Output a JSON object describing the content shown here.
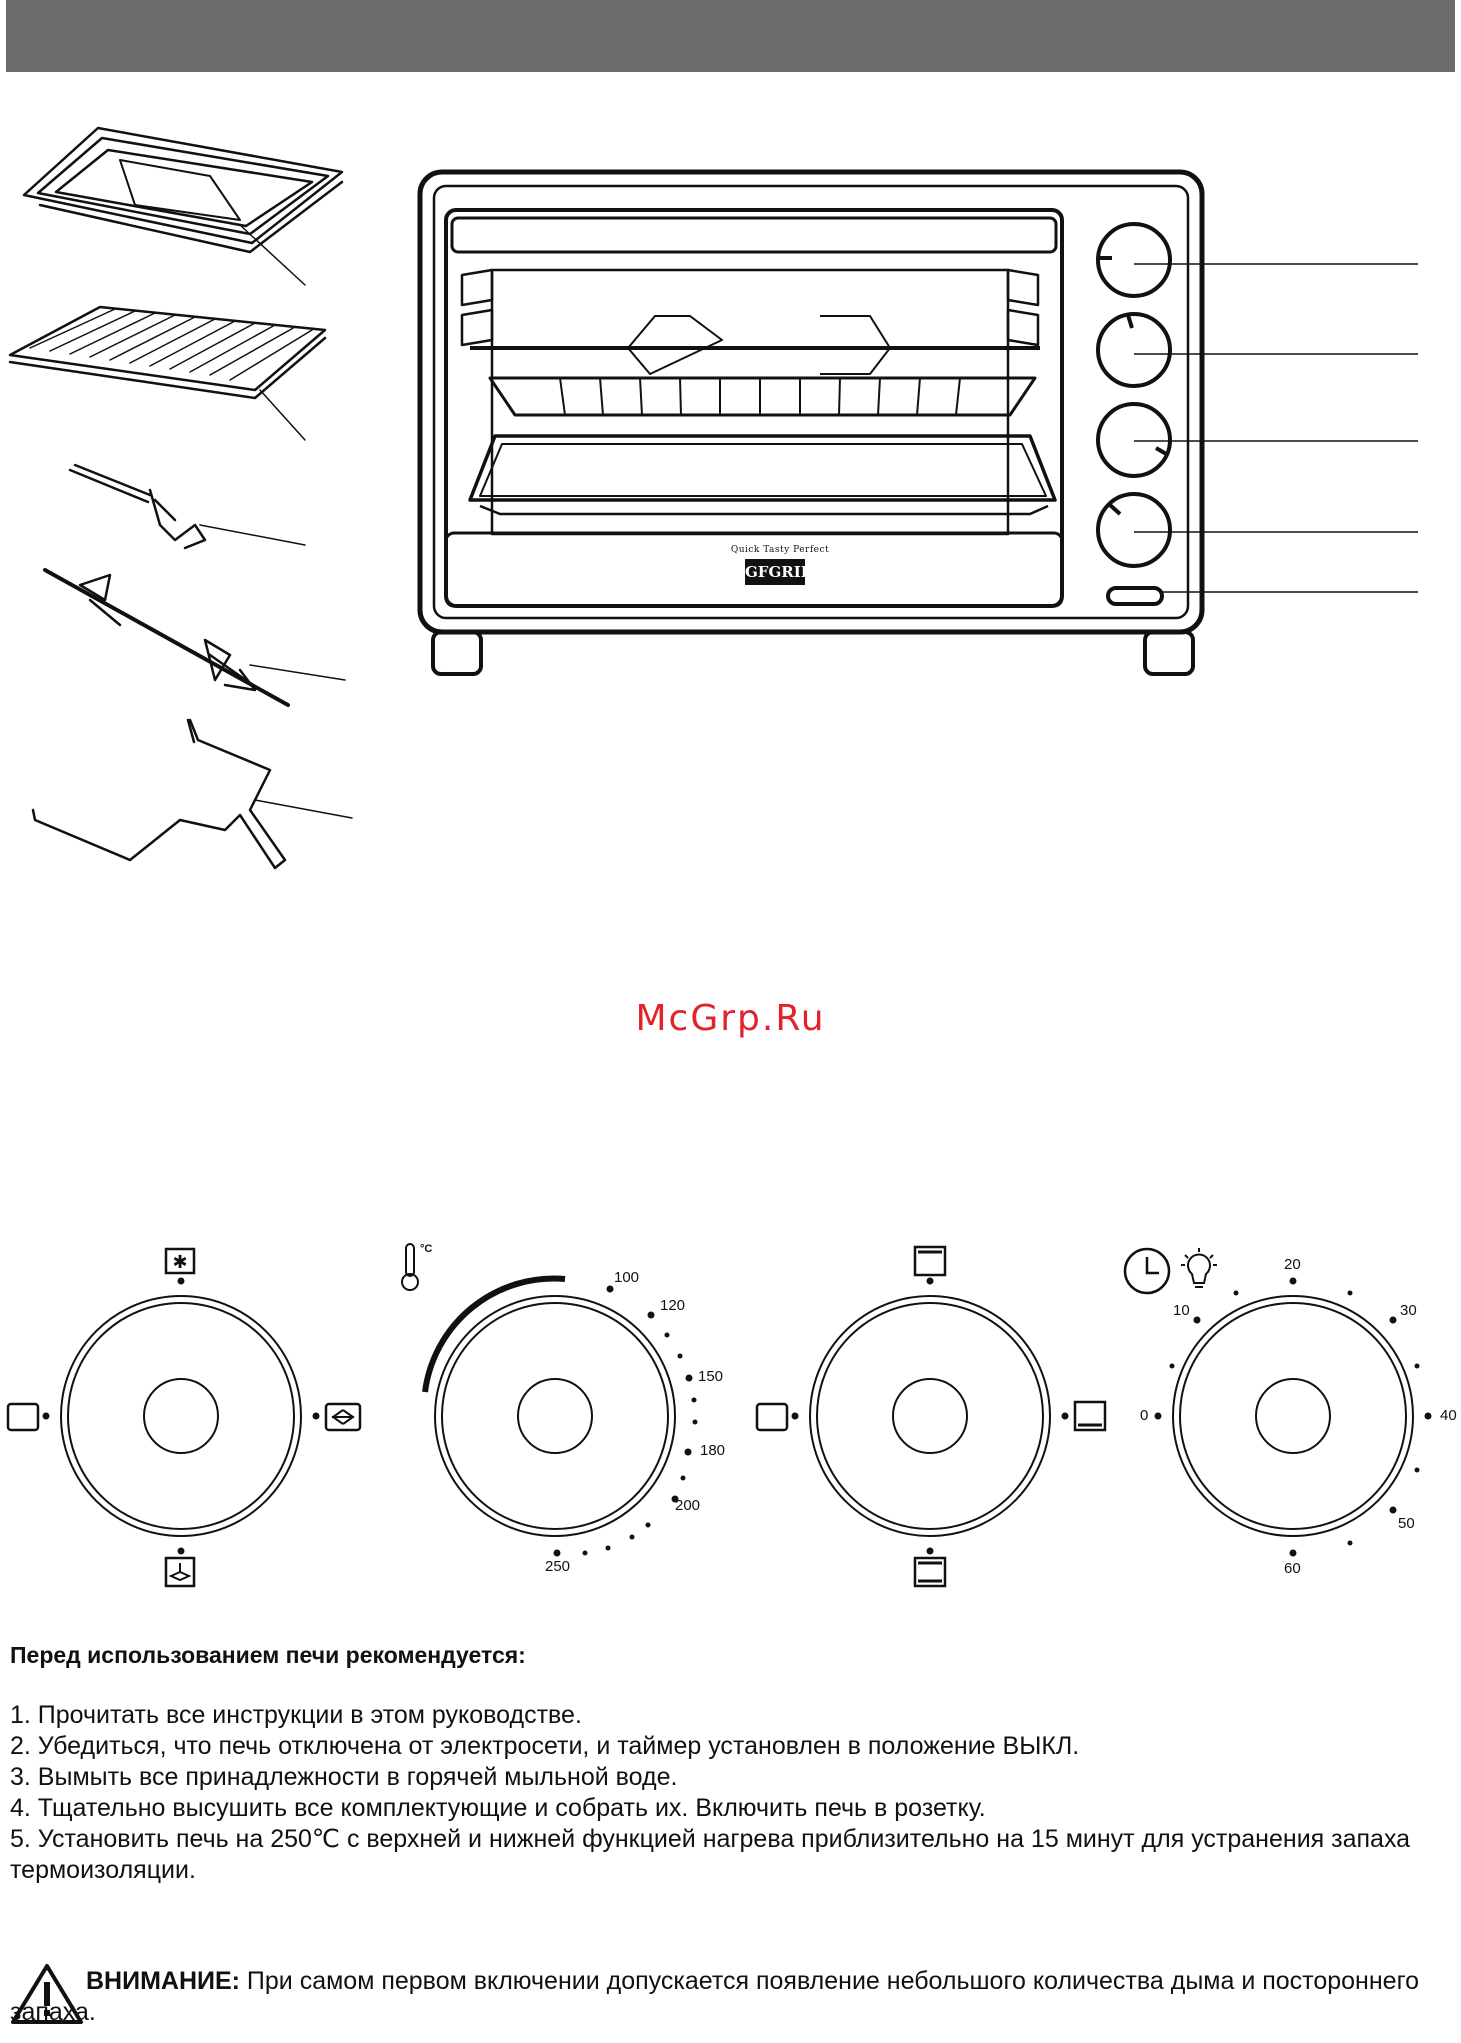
{
  "watermark": "McGrp.Ru",
  "brand": {
    "tagline": "Quick Tasty Perfect",
    "logo": "GFGRIL"
  },
  "dial_labels": {
    "temperature": [
      "100",
      "120",
      "150",
      "180",
      "200",
      "250"
    ],
    "timer": [
      "0",
      "10",
      "20",
      "30",
      "40",
      "50",
      "60"
    ]
  },
  "icons": {
    "convection": "fan-icon",
    "rotisserie": "rotisserie-icon",
    "temperature": "thermometer-icon",
    "timer": "clock-icon",
    "light": "bulb-icon",
    "warning": "warning-triangle-icon"
  },
  "instructions": {
    "heading": "Перед использованием печи рекомендуется:",
    "steps": [
      "1. Прочитать все инструкции в этом руководстве.",
      "2. Убедиться, что печь отключена от электросети, и таймер установлен в положение ВЫКЛ.",
      "3. Вымыть все принадлежности в горячей мыльной воде.",
      "4. Тщательно высушить все комплектующие и собрать их. Включить печь в розетку.",
      "5. Установить печь на 250℃ с верхней и нижней функцией нагрева приблизительно на 15 минут для устранения запаха термоизоляции."
    ]
  },
  "warning": {
    "label": "ВНИМАНИЕ:",
    "text": " При самом первом включении допускается появление небольшого количества дыма и постороннего запаха."
  }
}
